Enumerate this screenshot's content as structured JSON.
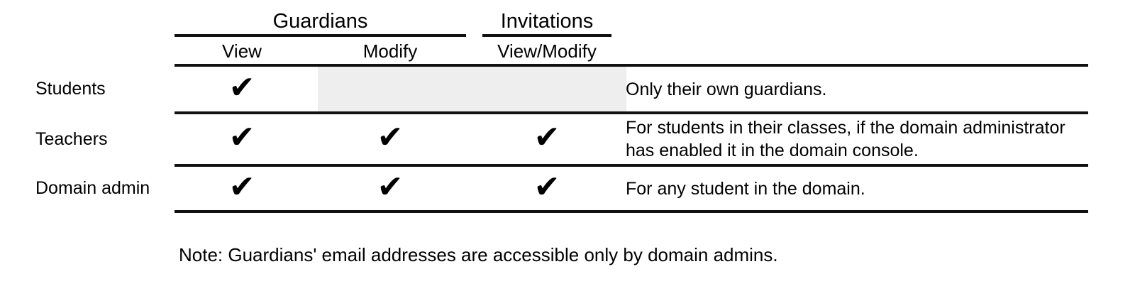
{
  "glyphs": {
    "check": "✔"
  },
  "colors": {
    "text": "#000000",
    "line": "#111111",
    "shaded_cell": "#eeeeee",
    "background": "#ffffff"
  },
  "table": {
    "column_groups": [
      {
        "label": "Guardians"
      },
      {
        "label": "Invitations"
      }
    ],
    "columns": [
      {
        "label": "View"
      },
      {
        "label": "Modify"
      },
      {
        "label": "View/Modify"
      }
    ],
    "rows": [
      {
        "label": "Students",
        "checks": {
          "view": true,
          "modify": false,
          "view_modify": false
        },
        "modify_and_invitations_shaded": true,
        "note": "Only their own guardians."
      },
      {
        "label": "Teachers",
        "checks": {
          "view": true,
          "modify": true,
          "view_modify": true
        },
        "modify_and_invitations_shaded": false,
        "note": "For students in their classes, if the domain administrator\nhas enabled it in the domain console."
      },
      {
        "label": "Domain admin",
        "checks": {
          "view": true,
          "modify": true,
          "view_modify": true
        },
        "modify_and_invitations_shaded": false,
        "note": "For any student in the domain."
      }
    ]
  },
  "footnote": "Note: Guardians' email addresses are accessible only by domain admins."
}
